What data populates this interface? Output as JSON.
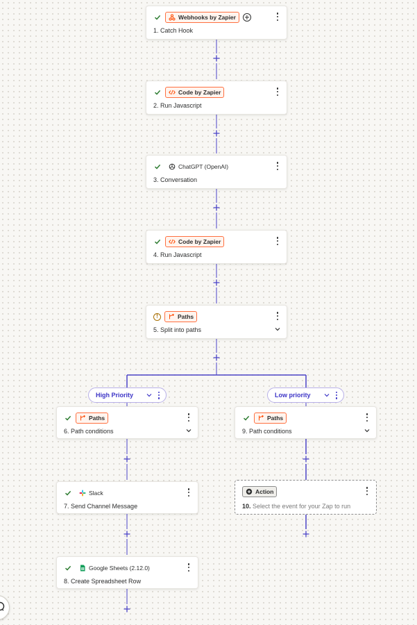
{
  "colors": {
    "accent": "#3d35c7",
    "badge_orange": "#ff6f3f",
    "success_green": "#2f7d32",
    "warning_amber": "#a86e00"
  },
  "steps": [
    {
      "app": "Webhooks by Zapier",
      "title": "1. Catch Hook",
      "status": "check-icon",
      "icon": "webhook-icon"
    },
    {
      "app": "Code by Zapier",
      "title": "2. Run Javascript",
      "status": "check-icon",
      "icon": "code-icon"
    },
    {
      "app": "ChatGPT (OpenAI)",
      "title": "3. Conversation",
      "status": "check-icon",
      "icon": "openai-icon"
    },
    {
      "app": "Code by Zapier",
      "title": "4. Run Javascript",
      "status": "check-icon",
      "icon": "code-icon"
    },
    {
      "app": "Paths",
      "title": "5. Split into paths",
      "status": "warning-icon",
      "icon": "paths-icon"
    }
  ],
  "paths": {
    "left": {
      "name": "High Priority",
      "steps": [
        {
          "app": "Paths",
          "title": "6. Path conditions",
          "icon": "paths-icon"
        },
        {
          "app": "Slack",
          "title": "7. Send Channel Message",
          "icon": "slack-icon"
        },
        {
          "app": "Google Sheets (2.12.0)",
          "title": "8. Create Spreadsheet Row",
          "icon": "google-sheets-icon"
        }
      ]
    },
    "right": {
      "name": "Low priority",
      "steps": [
        {
          "app": "Paths",
          "title": "9. Path conditions",
          "icon": "paths-icon"
        }
      ],
      "placeholder": {
        "badge": "Action",
        "number": "10.",
        "text": "Select the event for your Zap to run"
      }
    }
  }
}
